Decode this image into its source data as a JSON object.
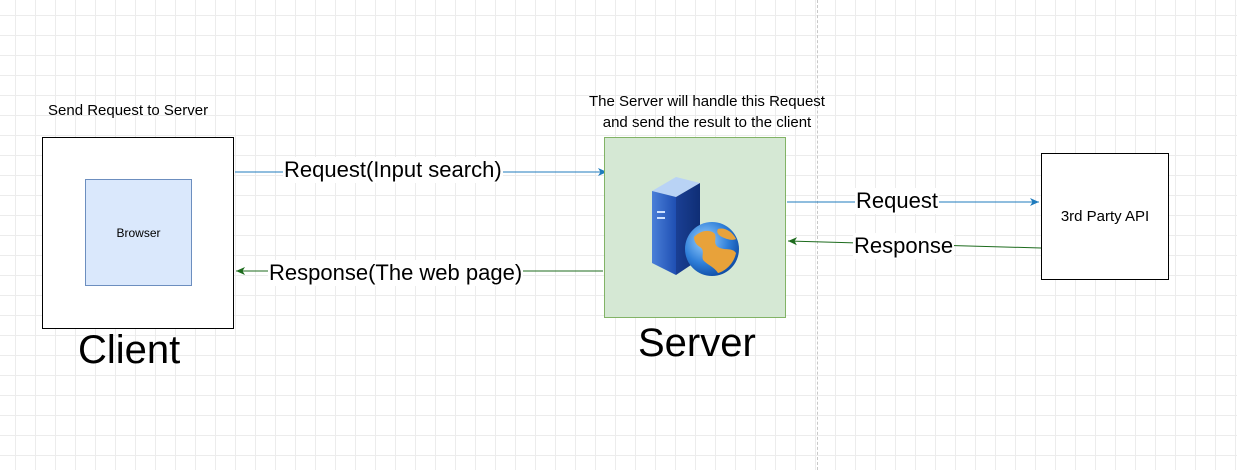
{
  "client": {
    "caption": "Send Request to Server",
    "browser_label": "Browser",
    "title": "Client"
  },
  "server": {
    "note_line1": "The Server will handle this Request",
    "note_line2": "and send the result to the client",
    "title": "Server",
    "icon": "server-globe-icon"
  },
  "api": {
    "label": "3rd Party API"
  },
  "edges": {
    "client_request": "Request(Input search)",
    "server_response": "Response(The web page)",
    "api_request": "Request",
    "api_response": "Response"
  },
  "colors": {
    "request_arrow": "#1f7bbd",
    "response_arrow": "#1d6b1d",
    "server_fill": "#d5e8d4",
    "browser_fill": "#dae8fc"
  }
}
